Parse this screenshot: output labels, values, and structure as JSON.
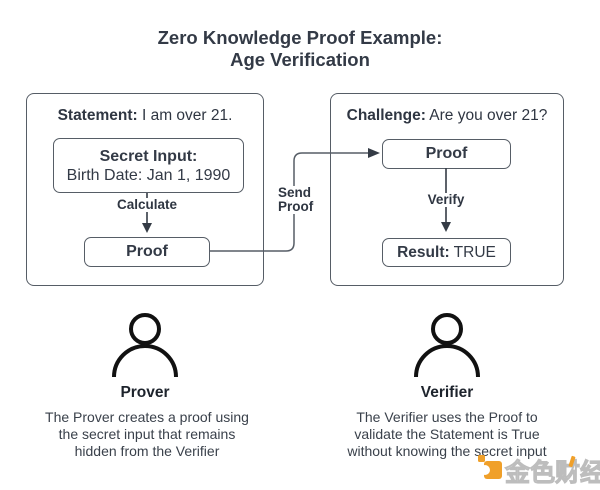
{
  "title": {
    "line1": "Zero Knowledge Proof Example:",
    "line2": "Age Verification"
  },
  "prover_panel": {
    "statement_label": "Statement:",
    "statement_text": " I am over 21.",
    "secret_box": {
      "label": "Secret Input:",
      "value": "Birth Date: Jan 1, 1990"
    },
    "calculate_label": "Calculate",
    "proof_label": "Proof"
  },
  "verifier_panel": {
    "challenge_label": "Challenge:",
    "challenge_text": " Are you over 21?",
    "proof_label": "Proof",
    "verify_label": "Verify",
    "result_label": "Result:",
    "result_value": " TRUE"
  },
  "connector": {
    "send_proof_line1": "Send",
    "send_proof_line2": "Proof"
  },
  "actors": {
    "prover": {
      "name": "Prover",
      "description_lines": [
        "The Prover creates a proof using",
        "the secret input that remains",
        "hidden from the Verifier"
      ]
    },
    "verifier": {
      "name": "Verifier",
      "description_lines": [
        "The Verifier uses the Proof to",
        "validate the Statement is True",
        "without knowing the secret input"
      ]
    }
  },
  "watermark": {
    "brand_text": "金色财经"
  },
  "colors": {
    "text_dark": "#333a46",
    "border_gray": "#565d66",
    "arrow_dark": "#343b45",
    "icon_black": "#111111",
    "watermark_orange": "#f0a02a"
  }
}
